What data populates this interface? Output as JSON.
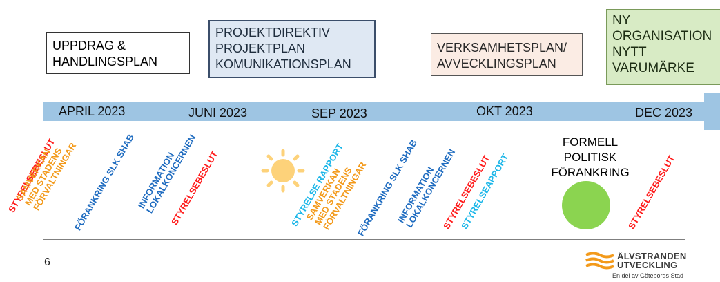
{
  "boxes": {
    "uppdrag": "UPPDRAG &\nHANDLINGSPLAN",
    "projekt": "PROJEKTDIREKTIV\nPROJEKTPLAN\nKOMUNIKATIONSPLAN",
    "verksamhet": "VERKSAMHETSPLAN/\nAVVECKLINGSPLAN",
    "ny": "NY\nORGANISATION\nNYTT\nVARUMÄRKE"
  },
  "months": [
    "APRIL 2023",
    "JUNI 2023",
    "SEP 2023",
    "OKT 2023",
    "DEC 2023"
  ],
  "milestones": [
    {
      "text": "STYRELSEBESLUT",
      "color": "red"
    },
    {
      "text": "SAMVERKAN\nMED STADENS\nFÖRVALTNINGAR",
      "color": "orange"
    },
    {
      "text": "FÖRANKRING SLK SHAB",
      "color": "blue"
    },
    {
      "text": "INFORMATION\nLOKALKONCERNEN",
      "color": "blue"
    },
    {
      "text": "STYRELSEBESLUT",
      "color": "red"
    },
    {
      "text": "STYRELSE RAPPORT",
      "color": "cyan"
    },
    {
      "text": "SAMVERKAN\nMED STADENS\nFÖRVALTNINGAR",
      "color": "orange"
    },
    {
      "text": "FÖRANKRING SLK SHAB",
      "color": "blue"
    },
    {
      "text": "INFORMATION\nLOKALKONCERNEN",
      "color": "blue"
    },
    {
      "text": "STYRELSEBESLUT",
      "color": "red"
    },
    {
      "text": "STYRELSEAPPORT",
      "color": "cyan"
    },
    {
      "text": "STYRELSEBESLUT",
      "color": "red"
    }
  ],
  "formell": "FORMELL\nPOLITISK\nFÖRANKRING",
  "page_number": "6",
  "logo": {
    "line1": "ÄLVSTRANDEN",
    "line2": "UTVECKLING",
    "sub": "En del av Göteborgs Stad"
  },
  "colors": {
    "arrow": "#9ec5e3",
    "red": "#ff1a1a",
    "orange": "#f39a1b",
    "blue": "#1f6cc0",
    "cyan": "#1bb6e8",
    "circle": "#8bd450",
    "sun": "#fdd27a"
  },
  "icons": [
    "sun-icon",
    "green-circle-icon",
    "logo-waves-icon"
  ]
}
